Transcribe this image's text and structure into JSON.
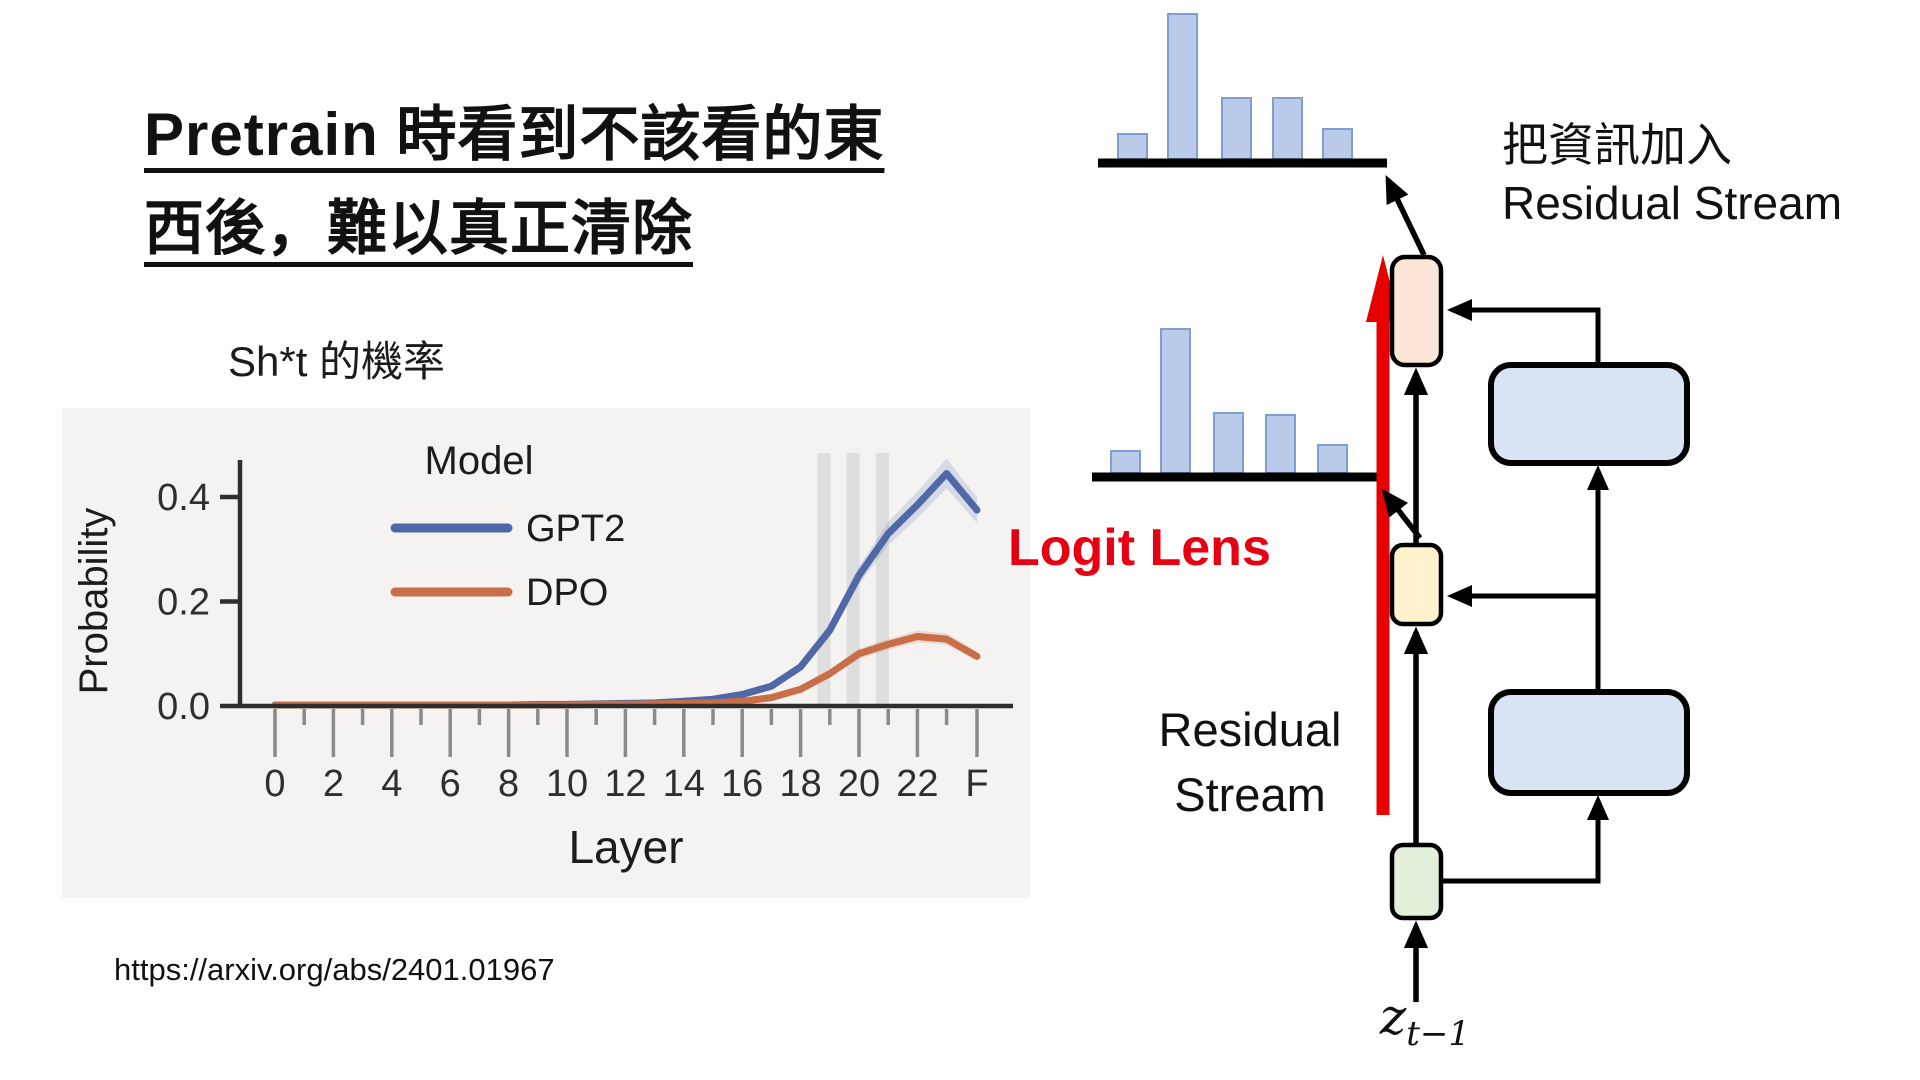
{
  "slide": {
    "title_line1": "Pretrain 時看到不該看的東",
    "title_line2": "西後，難以真正清除",
    "chart_caption": "Sh*t 的機率",
    "source_url": "https://arxiv.org/abs/2401.01967",
    "logit_lens_label": "Logit Lens",
    "residual_stream_line1": "Residual",
    "residual_stream_line2": "Stream",
    "add_info_line1": "把資訊加入",
    "add_info_line2": "Residual Stream",
    "input_var": "z",
    "input_var_subscript": "t−1"
  },
  "colors": {
    "gpt2": "#5068a8",
    "dpo": "#c86f4a",
    "gpt2_band": "rgba(80,104,176,0.18)",
    "dpo_band": "rgba(200,111,74,0.20)",
    "accent_red": "#e60012",
    "panel_bg": "#f4f3f2",
    "axis": "#2e2e2e",
    "tick": "#8a8a8a",
    "tick_label": "#2f2f2f",
    "highlight_band": "#dedede",
    "bar_fill": "#b9cbe9",
    "bar_stroke": "#7f9fce",
    "box_pink": "#fce4d6",
    "box_yellow": "#fff2cc",
    "box_green": "#e2efda",
    "block_blue": "#dae3f3"
  },
  "chart_data": {
    "type": "line",
    "title": "Sh*t 的機率",
    "xlabel": "Layer",
    "ylabel": "Probability",
    "legend_title": "Model",
    "legend_position": "upper-left",
    "grid": false,
    "ylim": [
      0,
      0.47
    ],
    "ytick_values": [
      0,
      0.2,
      0.4
    ],
    "ytick_labels": [
      "0.0",
      "0.2",
      "0.4"
    ],
    "x_major_labels": [
      "0",
      "2",
      "4",
      "6",
      "8",
      "10",
      "12",
      "14",
      "16",
      "18",
      "20",
      "22"
    ],
    "final_tick_label": "F",
    "n_layers": 24,
    "highlight_bands_layers": [
      18.8,
      19.8,
      20.8
    ],
    "series": [
      {
        "name": "GPT2",
        "values": [
          0.002,
          0.002,
          0.002,
          0.002,
          0.002,
          0.002,
          0.002,
          0.002,
          0.002,
          0.003,
          0.003,
          0.004,
          0.005,
          0.006,
          0.009,
          0.013,
          0.022,
          0.038,
          0.075,
          0.145,
          0.25,
          0.33,
          0.385,
          0.445,
          0.375
        ]
      },
      {
        "name": "DPO",
        "values": [
          0.002,
          0.002,
          0.002,
          0.002,
          0.002,
          0.002,
          0.002,
          0.002,
          0.002,
          0.002,
          0.002,
          0.003,
          0.003,
          0.004,
          0.005,
          0.006,
          0.009,
          0.016,
          0.032,
          0.062,
          0.1,
          0.118,
          0.133,
          0.128,
          0.095
        ]
      }
    ],
    "note": "last value of each series is the F (final) point"
  },
  "diagram": {
    "top_distribution_bar_heights": [
      25,
      145,
      61,
      61,
      30
    ],
    "mid_distribution_bar_heights": [
      22,
      144,
      60,
      58,
      28
    ]
  }
}
